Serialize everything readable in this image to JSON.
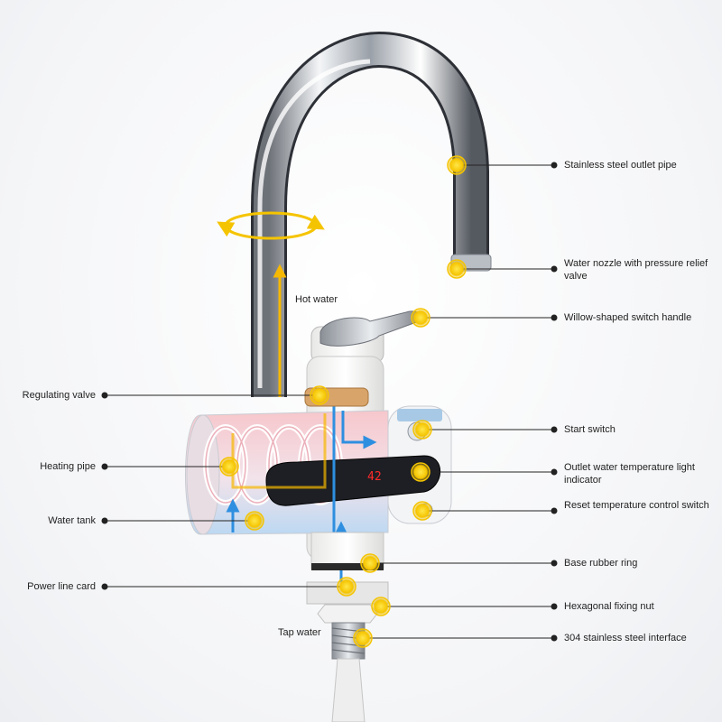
{
  "labels": {
    "stainless_outlet_pipe": "Stainless steel outlet pipe",
    "water_nozzle": "Water nozzle with pressure relief valve",
    "switch_handle": "Willow-shaped switch handle",
    "start_switch": "Start switch",
    "outlet_temp_indicator": "Outlet water temperature light indicator",
    "reset_temp_switch": "Reset temperature control switch",
    "base_rubber_ring": "Base rubber ring",
    "hex_fixing_nut": "Hexagonal fixing nut",
    "steel_interface": "304 stainless steel interface",
    "regulating_valve": "Regulating valve",
    "heating_pipe": "Heating pipe",
    "water_tank": "Water tank",
    "power_line_card": "Power line card",
    "hot_water": "Hot water",
    "tap_water": "Tap water"
  },
  "display": {
    "temperature_readout": "42"
  },
  "colors": {
    "hotspot": "#f5c400",
    "hot_flow": "#f6b800",
    "cold_flow": "#2e8fe0",
    "leader": "#222222"
  }
}
